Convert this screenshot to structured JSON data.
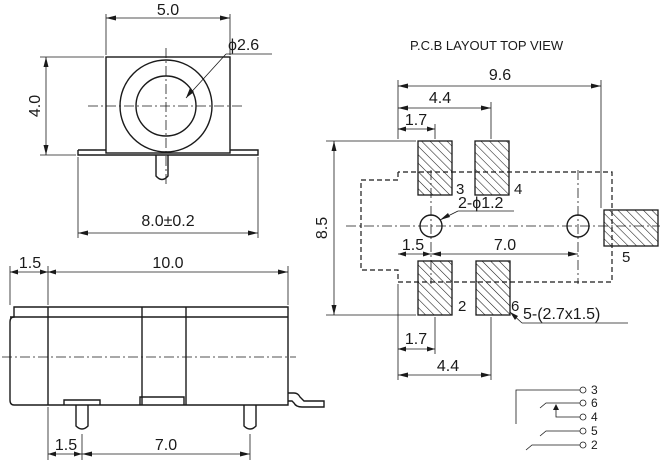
{
  "front_view": {
    "width_dim": "5.0",
    "hole_dim": "ϕ2.6",
    "height_dim": "4.0",
    "base_dim": "8.0±0.2"
  },
  "side_view": {
    "offset_dim": "1.5",
    "length_dim": "10.0",
    "pin_offset_dim": "1.5",
    "pin_pitch_dim": "7.0"
  },
  "pcb_layout": {
    "title": "P.C.B LAYOUT  TOP VIEW",
    "overall_width": "9.6",
    "pad_span_top": "4.4",
    "pad_width_top": "1.7",
    "overall_height": "8.5",
    "hole_label": "2-ϕ1.2",
    "hole_offset": "1.5",
    "hole_pitch": "7.0",
    "pad_width_bottom": "1.7",
    "pad_span_bottom": "4.4",
    "pad_size_label": "5-(2.7x1.5)",
    "pad_numbers": [
      "3",
      "4",
      "5",
      "2",
      "6"
    ]
  },
  "schematic": {
    "pins": [
      "3",
      "6",
      "4",
      "5",
      "2"
    ]
  }
}
